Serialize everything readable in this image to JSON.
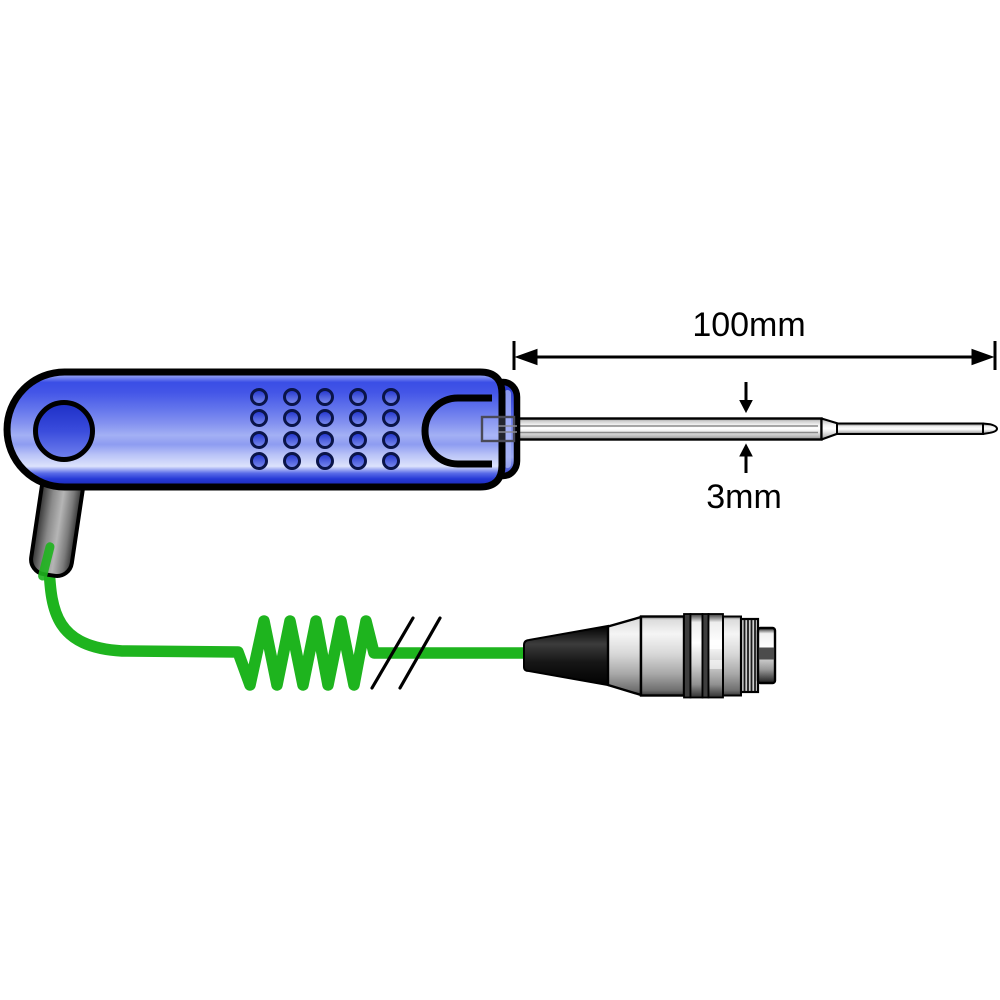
{
  "figure": {
    "type": "technical-illustration",
    "subject": "penetration-temperature-probe-with-coiled-lead-and-connector",
    "annotations": {
      "length_label": "100mm",
      "diameter_label": "3mm"
    },
    "parts": [
      "blue handle with hanging hole and grip dots",
      "stainless probe shaft tapering to reduced tip",
      "rubber strain relief",
      "green coiled lead with break marks",
      "metal circular connector with black boot"
    ],
    "colors": {
      "background": "#ffffff",
      "outline": "#000000",
      "handle": "#4054e6",
      "handle_light": "#aab6f4",
      "cable": "#1eb41e",
      "probe_metal": "#e9e9e9",
      "connector_metal": "#c9c9c9",
      "boot": "#141414"
    }
  }
}
